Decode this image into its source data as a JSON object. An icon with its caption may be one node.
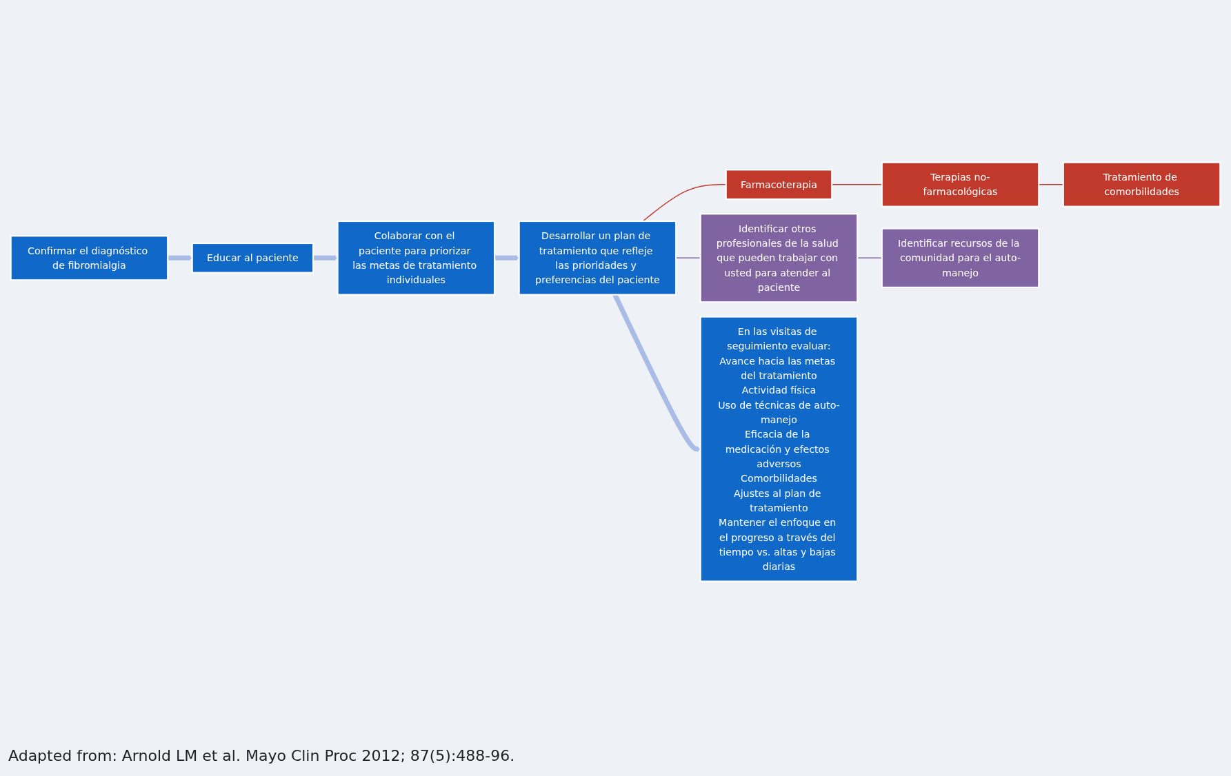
{
  "diagram": {
    "nodes": [
      {
        "text": [
          "Confirmar el diagnóstico de fibromialgia"
        ]
      },
      {
        "text": [
          "Educar al paciente"
        ]
      },
      {
        "text": [
          "Colaborar con el paciente para priorizar las metas de tratamiento individuales"
        ]
      },
      {
        "text": [
          "Desarrollar un plan de tratamiento que refleje las prioridades y preferencias del paciente"
        ]
      },
      {
        "text": [
          "Farmacoterapia"
        ]
      },
      {
        "text": [
          "Terapias no-farmacológicas"
        ]
      },
      {
        "text": [
          "Tratamiento de comorbilidades"
        ]
      },
      {
        "text": [
          "Identificar otros profesionales de la salud que pueden trabajar con usted para atender al paciente"
        ]
      },
      {
        "text": [
          "Identificar recursos de la comunidad para el auto-manejo"
        ]
      },
      {
        "text": [
          "En las visitas de seguimiento evaluar:",
          "Avance hacia las metas del tratamiento",
          "Actividad física",
          "Uso de técnicas de auto-manejo",
          "Eficacia de la medicación y efectos adversos",
          "Comorbilidades",
          "Ajustes al plan de tratamiento",
          "Mantener el enfoque en el progreso a través del tiempo vs. altas y bajas diarias"
        ]
      }
    ],
    "edges": [
      {
        "from": 0,
        "to": 1,
        "arrow": "to",
        "style": "thick"
      },
      {
        "from": 1,
        "to": 2,
        "arrow": "to",
        "style": "thick"
      },
      {
        "from": 2,
        "to": 3,
        "arrow": "to",
        "style": "thick"
      },
      {
        "from": 3,
        "to": 9,
        "arrow": "to",
        "style": "thick"
      },
      {
        "from": 3,
        "to": 4,
        "arrow": "none",
        "color": "#c0392b"
      },
      {
        "from": 4,
        "to": 5,
        "arrow": "none",
        "color": "#c0392b"
      },
      {
        "from": 5,
        "to": 6,
        "arrow": "none",
        "color": "#c0392b"
      },
      {
        "from": 3,
        "to": 7,
        "arrow": "none",
        "color": "#8064a2"
      },
      {
        "from": 7,
        "to": 8,
        "arrow": "none",
        "color": "#8064a2"
      }
    ],
    "caption": "Adapted from: Arnold LM et al. Mayo Clin Proc 2012; 87(5):488-96."
  }
}
